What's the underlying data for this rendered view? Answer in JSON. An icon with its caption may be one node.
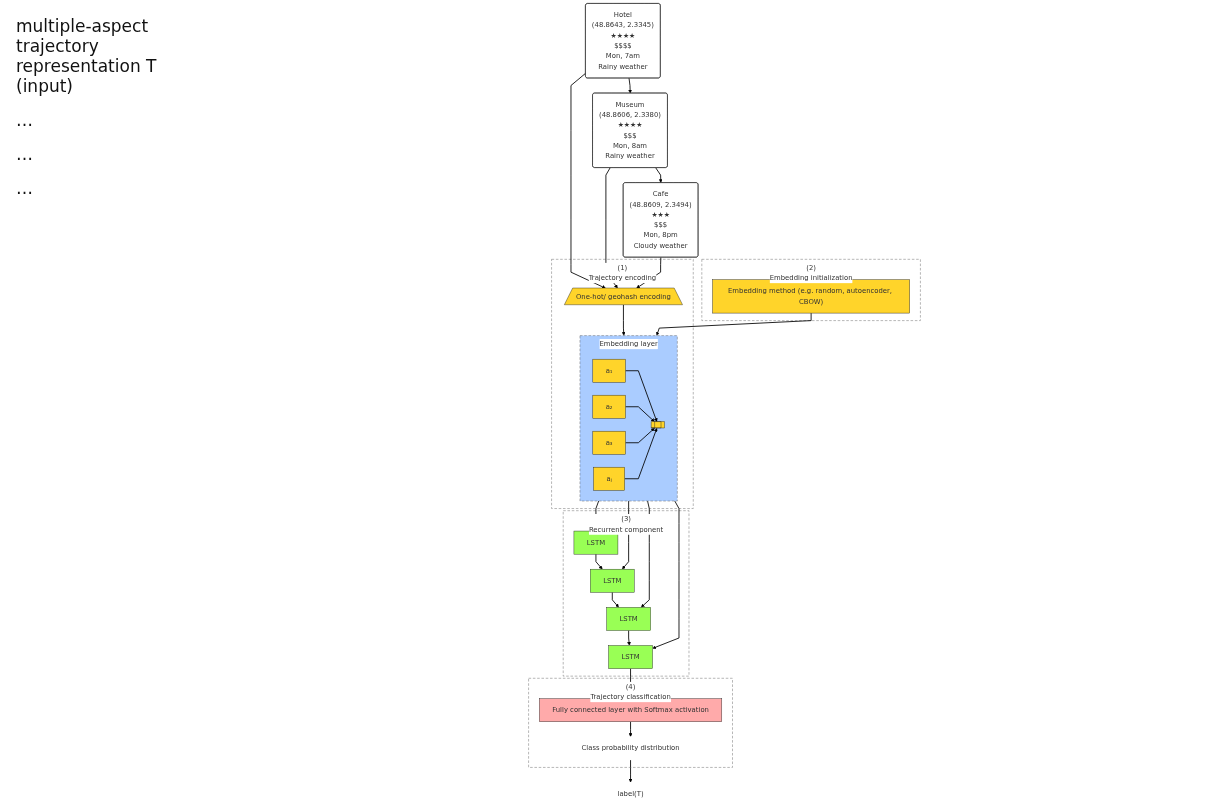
{
  "diagram": {
    "nodes": [
      {
        "text": [
          "Hotel",
          "(48.8643, 2.3345)",
          "★★★★",
          "$$$$",
          "Mon, 7am",
          "Rainy weather"
        ]
      },
      {
        "text": [
          "Museum",
          "(48.8606, 2.3380)",
          "★★★★",
          "$$$",
          "Mon, 8am",
          "Rainy weather"
        ]
      },
      {
        "text": [
          "Cafe",
          "(48.8609, 2.3494)",
          "★★★",
          "$$$",
          "Mon, 8pm",
          "Cloudy weather"
        ]
      },
      {
        "text": [
          "Trajectory encoding"
        ],
        "beside": [
          "(1)"
        ]
      },
      {
        "text": [
          "One-hot/ geohash encoding"
        ],
        "in": 3
      },
      {
        "text": [
          "Embedding layer"
        ],
        "in": 3
      },
      {
        "text": [
          "a₁"
        ],
        "in": 5
      },
      {
        "text": [
          "a₂"
        ],
        "in": 5
      },
      {
        "text": [
          "a₃"
        ],
        "in": 5
      },
      {
        "text": [
          "aⱼ"
        ],
        "in": 5
      },
      {
        "text": [],
        "shape": "bar",
        "in": 5
      },
      {
        "text": [
          "Embedding initialization"
        ],
        "beside": [
          "(2)"
        ]
      },
      {
        "text": [
          "Embedding method (e.g. random, autoencoder, CBOW)"
        ],
        "in": 11
      },
      {
        "text": [
          "Recurrent component"
        ],
        "beside": [
          "(3)"
        ]
      },
      {
        "text": [
          "LSTM"
        ],
        "in": 13
      },
      {
        "text": [
          "LSTM"
        ],
        "in": 13
      },
      {
        "text": [
          "LSTM"
        ],
        "in": 13
      },
      {
        "text": [
          "LSTM"
        ],
        "in": 13
      },
      {
        "text": [
          "Trajectory classification"
        ],
        "beside": [
          "(4)"
        ]
      },
      {
        "text": [
          "Fully connected layer with Softmax activation"
        ],
        "in": 18
      },
      {
        "text": [
          "Class probability distribution"
        ],
        "in": 18
      },
      {
        "text": [
          "label(T)"
        ]
      }
    ],
    "edges": [
      {
        "from": 0,
        "to": 1,
        "arrow": "to"
      },
      {
        "from": 1,
        "to": 2,
        "arrow": "to"
      },
      {
        "from": 0,
        "to": 4,
        "arrow": "to"
      },
      {
        "from": 1,
        "to": 4,
        "arrow": "to"
      },
      {
        "from": 2,
        "to": 4,
        "arrow": "to"
      },
      {
        "from": 4,
        "to": 5,
        "arrow": "to"
      },
      {
        "from": 6,
        "to": 10,
        "arrow": "to"
      },
      {
        "from": 7,
        "to": 10,
        "arrow": "to"
      },
      {
        "from": 8,
        "to": 10,
        "arrow": "to"
      },
      {
        "from": 9,
        "to": 10,
        "arrow": "to"
      },
      {
        "from": 12,
        "to": 5,
        "arrow": "to"
      },
      {
        "from": 5,
        "to": 14,
        "arrow": "to"
      },
      {
        "from": 5,
        "to": 15,
        "arrow": "to"
      },
      {
        "from": 5,
        "to": 16,
        "arrow": "to"
      },
      {
        "from": 5,
        "to": 17,
        "arrow": "to"
      },
      {
        "from": 14,
        "to": 15,
        "arrow": "to"
      },
      {
        "from": 15,
        "to": 16,
        "arrow": "to"
      },
      {
        "from": 16,
        "to": 17,
        "arrow": "to"
      },
      {
        "from": 17,
        "to": 19,
        "arrow": "to"
      },
      {
        "from": 19,
        "to": 20,
        "arrow": "to"
      },
      {
        "from": 20,
        "to": 21,
        "arrow": "to"
      }
    ],
    "labels": [
      "multiple-aspect trajectory representation T (input)",
      "…",
      "…",
      "…"
    ]
  }
}
